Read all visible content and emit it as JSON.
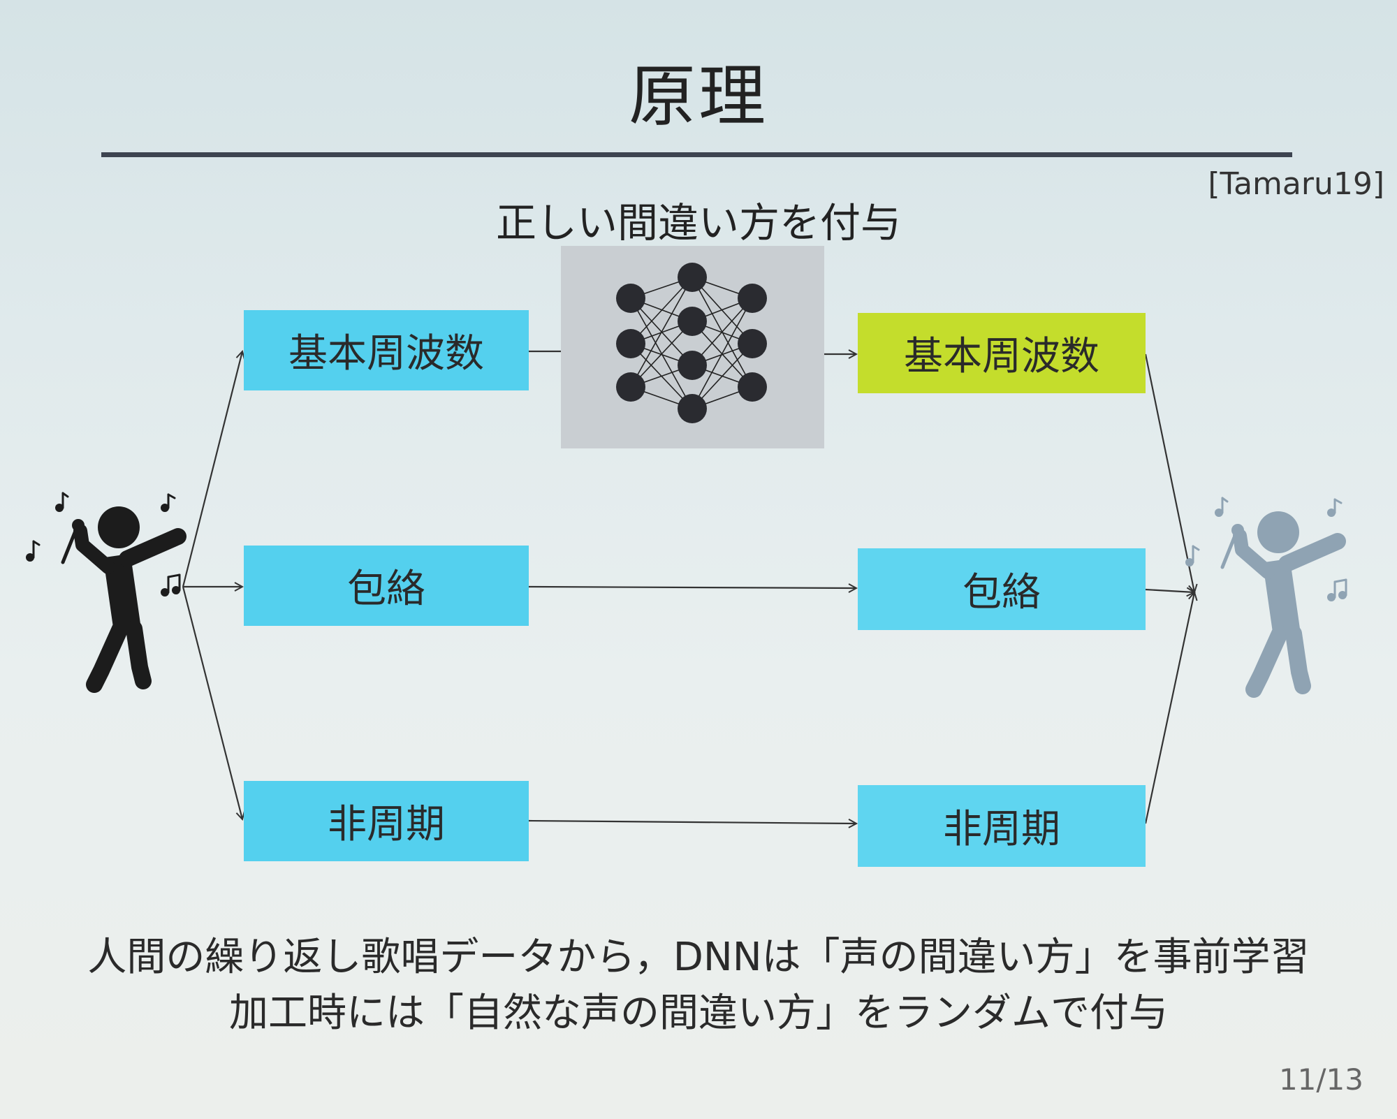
{
  "slide": {
    "title": "原理",
    "citation": "[Tamaru19]",
    "subtitle": "正しい間違い方を付与",
    "input_boxes": [
      "基本周波数",
      "包絡",
      "非周期"
    ],
    "output_boxes": [
      "基本周波数",
      "包絡",
      "非周期"
    ],
    "footer_lines": [
      "人間の繰り返し歌唱データから，DNNは「声の間違い方」を事前学習",
      "加工時には「自然な声の間違い方」をランダムで付与"
    ],
    "page_number": "11/13"
  },
  "icons": {
    "input_singer": "singer-icon",
    "output_singer": "singer-icon",
    "network": "neural-network-icon"
  },
  "colors": {
    "input_box": "#54d0ee",
    "output_box": "#5fd5f0",
    "highlight_box": "#c4dd2c",
    "singer_input": "#1c1c1c",
    "singer_output": "#8fa3b3"
  }
}
